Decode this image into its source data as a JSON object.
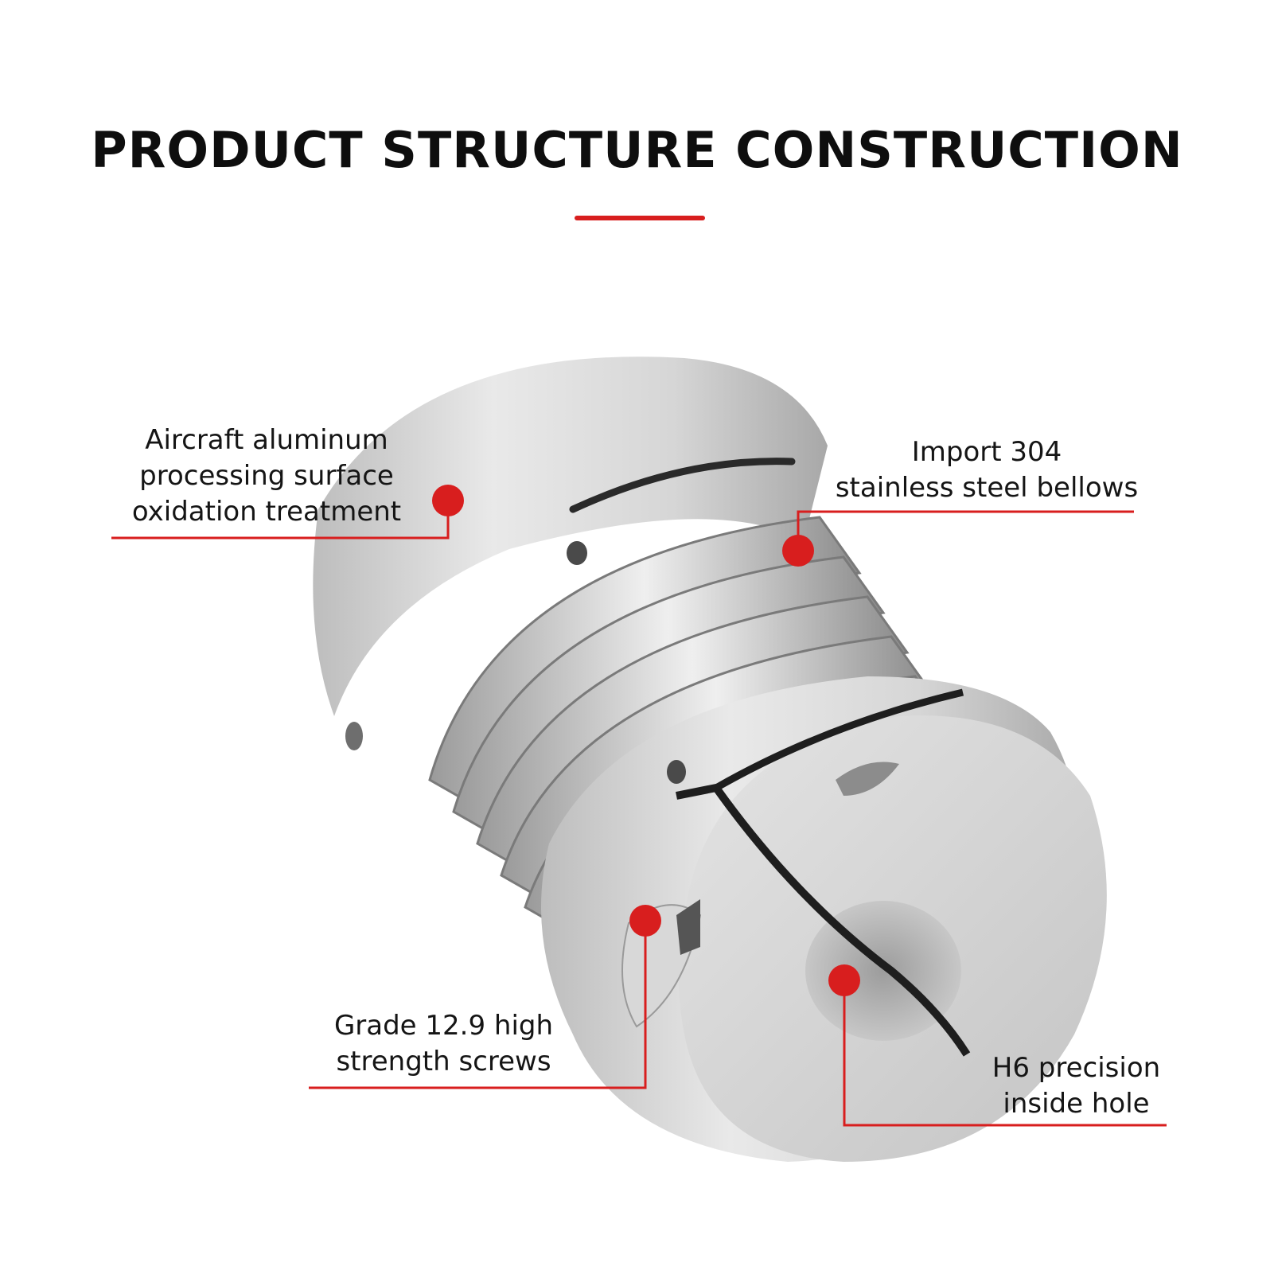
{
  "title": "PRODUCT STRUCTURE CONSTRUCTION",
  "colors": {
    "accent": "#d81e1e",
    "text": "#151515",
    "background": "#ffffff",
    "metal_light": "#e6e6e6",
    "metal_dark": "#8f8f8f"
  },
  "callouts": [
    {
      "lines": [
        "Aircraft aluminum",
        "processing surface",
        "oxidation treatment"
      ]
    },
    {
      "lines": [
        "Import 304",
        "stainless steel bellows"
      ]
    },
    {
      "lines": [
        "Grade 12.9 high",
        "strength screws"
      ]
    },
    {
      "lines": [
        "H6 precision",
        "inside hole"
      ]
    }
  ]
}
